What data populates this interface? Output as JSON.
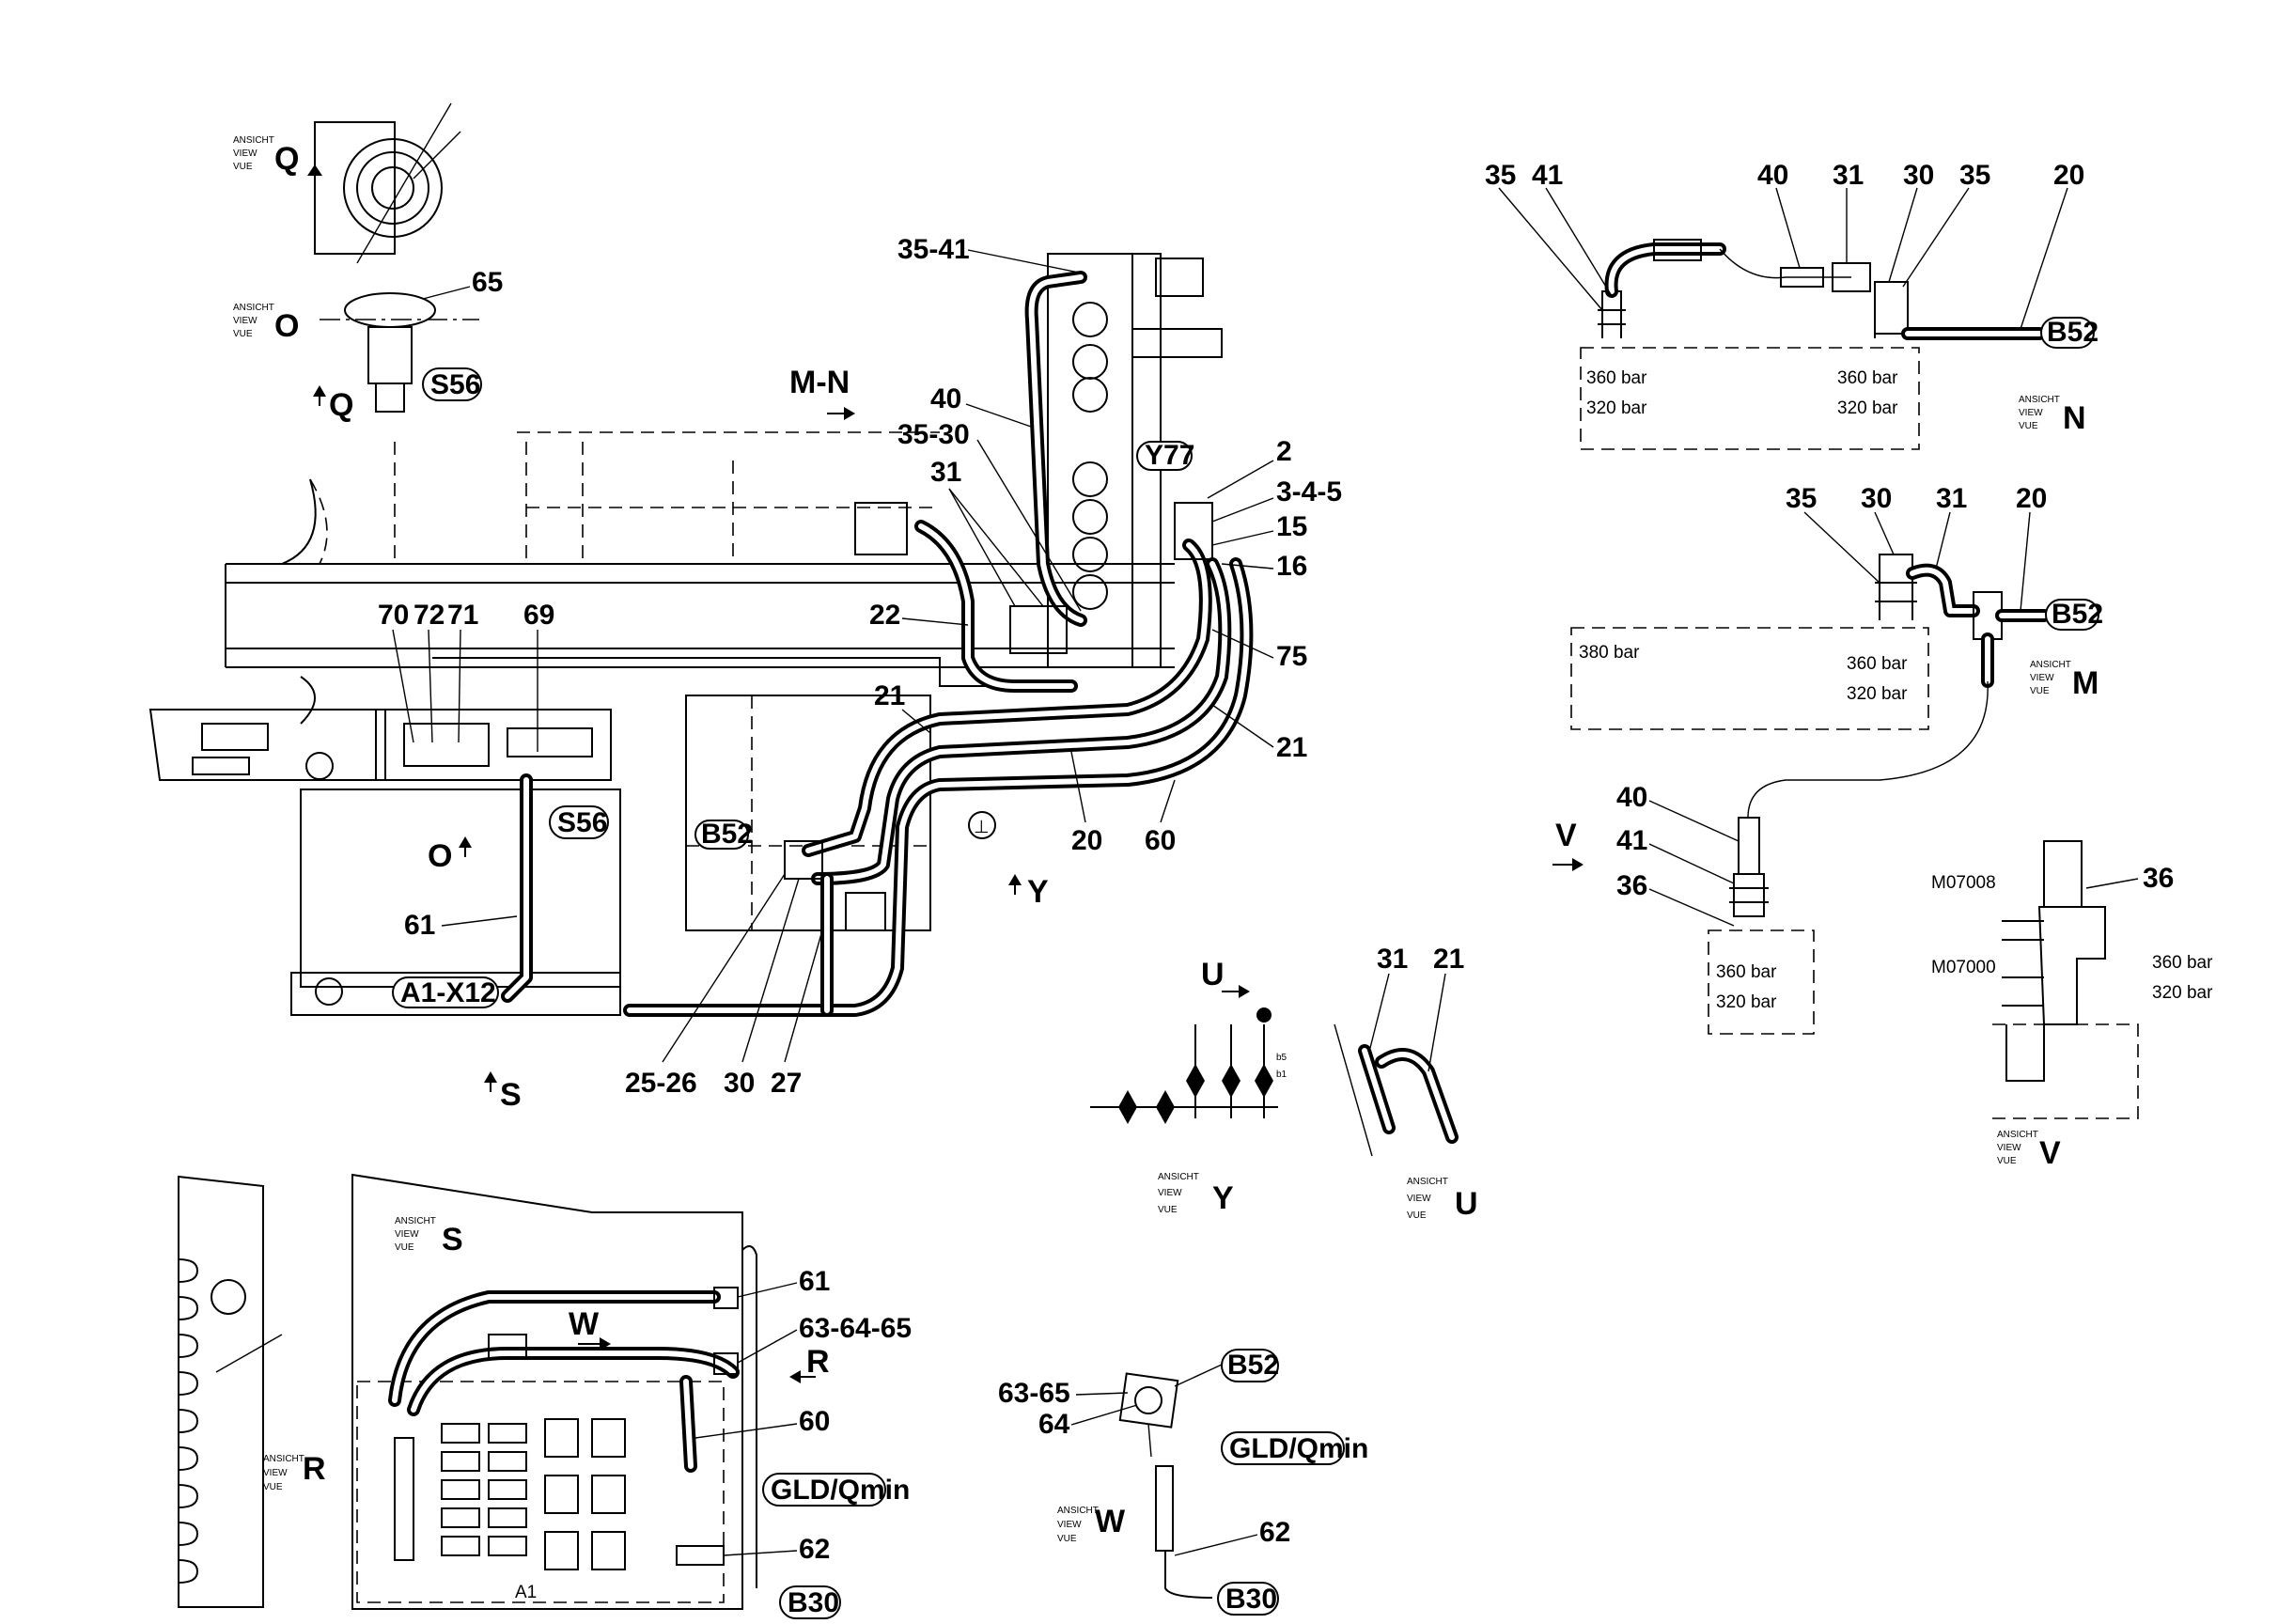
{
  "views": {
    "Q": {
      "ansicht": "ANSICHT",
      "view": "VIEW",
      "vue": "VUE",
      "letter": "Q"
    },
    "O": {
      "ansicht": "ANSICHT",
      "view": "VIEW",
      "vue": "VUE",
      "letter": "O"
    },
    "N": {
      "ansicht": "ANSICHT",
      "view": "VIEW",
      "vue": "VUE",
      "letter": "N"
    },
    "M": {
      "ansicht": "ANSICHT",
      "view": "VIEW",
      "vue": "VUE",
      "letter": "M"
    },
    "V": {
      "ansicht": "ANSICHT",
      "view": "VIEW",
      "vue": "VUE",
      "letter": "V"
    },
    "Y": {
      "ansicht": "ANSICHT",
      "view": "VIEW",
      "vue": "VUE",
      "letter": "Y"
    },
    "U": {
      "ansicht": "ANSICHT",
      "view": "VIEW",
      "vue": "VUE",
      "letter": "U"
    },
    "S": {
      "ansicht": "ANSICHT",
      "view": "VIEW",
      "vue": "VUE",
      "letter": "S"
    },
    "R": {
      "ansicht": "ANSICHT",
      "view": "VIEW",
      "vue": "VUE",
      "letter": "R"
    },
    "W": {
      "ansicht": "ANSICHT",
      "view": "VIEW",
      "vue": "VUE",
      "letter": "W"
    }
  },
  "arrows": {
    "Q": "Q",
    "O": "O",
    "MN": "M-N",
    "S": "S",
    "Y": "Y",
    "U": "U",
    "V": "V",
    "W": "W",
    "R": "R"
  },
  "components": {
    "S56": "S56",
    "Y77": "Y77",
    "B52": "B52",
    "A1X12": "A1-X12",
    "GLDQmin": "GLD/Qmin",
    "B30": "B30",
    "A1": "A1"
  },
  "callouts": {
    "main": {
      "c65": "65",
      "c35_41": "35-41",
      "c40": "40",
      "c35_30": "35-30",
      "c31": "31",
      "c22": "22",
      "c2": "2",
      "c3_4_5": "3-4-5",
      "c15": "15",
      "c16": "16",
      "c75": "75",
      "c21a": "21",
      "c21b": "21",
      "c20": "20",
      "c60": "60",
      "c70": "70",
      "c72": "72",
      "c71": "71",
      "c69": "69",
      "c61": "61",
      "c25_26": "25-26",
      "c30": "30",
      "c27": "27"
    },
    "viewN": {
      "a35": "35",
      "a41": "41",
      "a40": "40",
      "a31": "31",
      "a30": "30",
      "b35": "35",
      "a20": "20"
    },
    "viewM": {
      "a35": "35",
      "a30": "30",
      "a31": "31",
      "a20": "20"
    },
    "viewV": {
      "a40": "40",
      "a41": "41",
      "a36": "36",
      "b36": "36"
    },
    "viewU": {
      "a31": "31",
      "a21": "21"
    },
    "viewS": {
      "a61": "61",
      "a63_64_65": "63-64-65",
      "a60": "60",
      "a62": "62"
    },
    "viewW": {
      "a63_65": "63-65",
      "a64": "64",
      "a62": "62"
    }
  },
  "pressures": {
    "p360": "360 bar",
    "p320": "320 bar",
    "p380": "380 bar"
  },
  "parts": {
    "M07008": "M07008",
    "M07000": "M07000"
  },
  "small_marks": {
    "s5": "b5",
    "s1": "b1",
    "ground": "⊥"
  }
}
